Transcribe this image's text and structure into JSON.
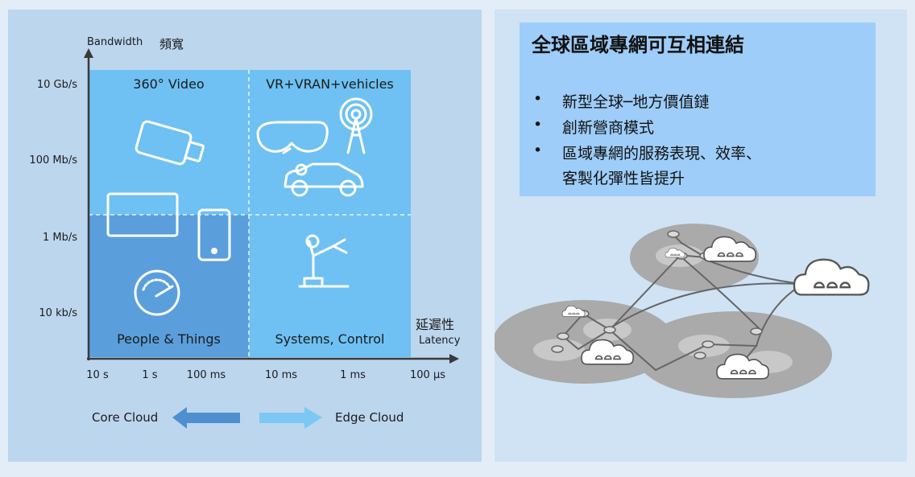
{
  "axes": {
    "y_label_en": "Bandwidth",
    "y_label_zh": "頻寬",
    "x_label_zh": "延遲性",
    "x_label_en": "Latency",
    "y_ticks": [
      "10 Gb/s",
      "100 Mb/s",
      "1 Mb/s",
      "10 kb/s"
    ],
    "x_ticks": [
      "10 s",
      "1 s",
      "100 ms",
      "10 ms",
      "1 ms",
      "100 µs"
    ]
  },
  "quadrants": {
    "top_left": "360° Video",
    "top_right": "VR+VRAN+vehicles",
    "bottom_left": "People & Things",
    "bottom_right": "Systems, Control"
  },
  "arrows": {
    "left_label": "Core Cloud",
    "right_label": "Edge Cloud"
  },
  "headline": {
    "title": "全球區域專網可互相連結",
    "bullets": [
      "新型全球─地方價值鏈",
      "創新營商模式",
      "區域專網的服務表現、效率、",
      "客製化彈性皆提升"
    ]
  },
  "colors": {
    "quadrant_light": "#6ec1f2",
    "quadrant_dark": "#5a9fdc",
    "panel_left": "#bcd6ee",
    "panel_right": "#cfe3f4",
    "headline_box": "#9dcdf8",
    "arrow_core": "#4f8fcf",
    "arrow_edge": "#7cc8f2"
  },
  "icons": [
    "camera-icon",
    "vr-headset-icon",
    "antenna-tower-icon",
    "car-icon",
    "monitor-icon",
    "smartphone-icon",
    "gauge-icon",
    "robot-arm-icon",
    "cloud-icon",
    "network-map-icon"
  ]
}
